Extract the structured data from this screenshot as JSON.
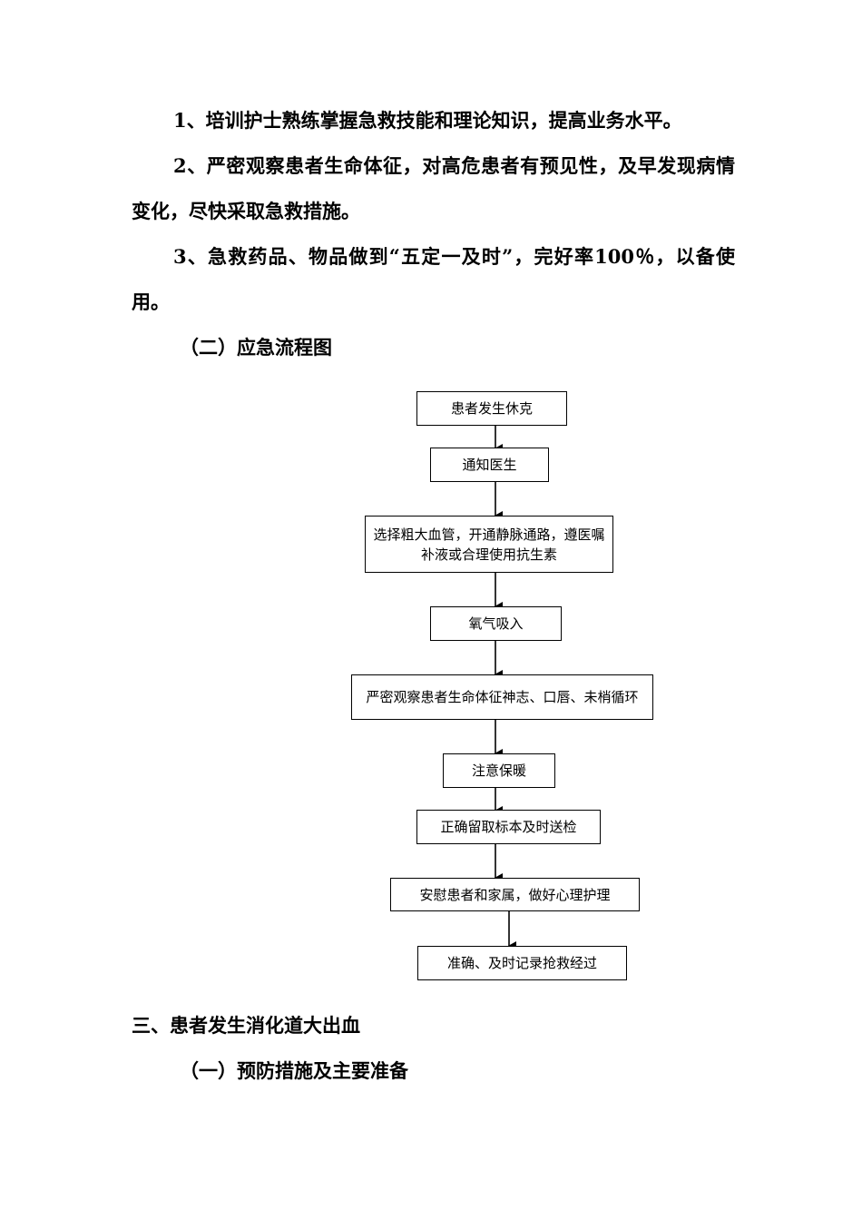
{
  "paragraphs": [
    "1、培训护士熟练掌握急救技能和理论知识，提高业务水平。",
    "2、严密观察患者生命体征，对高危患者有预见性，及早发现病情变化，尽快采取急救措施。",
    "3、急救药品、物品做到“五定一及时”，完好率100％，以备使用。"
  ],
  "flowchart": {
    "title": "（二）应急流程图",
    "steps": [
      "患者发生休克",
      "通知医生",
      "选择粗大血管，开通静脉通路，遵医嘱补液或合理使用抗生素",
      "氧气吸入",
      "严密观察患者生命体征神志、口唇、未梢循环",
      "注意保暖",
      "正确留取标本及时送检",
      "安慰患者和家属，做好心理护理",
      "准确、及时记录抢救经过"
    ]
  },
  "section": {
    "title": "三、患者发生消化道大出血",
    "subtitle": "（一）预防措施及主要准备"
  }
}
